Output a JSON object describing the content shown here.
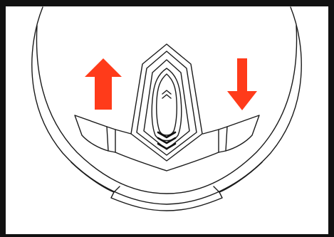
{
  "diagram": {
    "subject": "helmet-top-vent-illustration",
    "stroke_color": "#1a1a1a",
    "background": "#ffffff",
    "frame_color": "#111111",
    "arrow_color": "#ff3b1a",
    "arrows": [
      {
        "name": "open-arrow-up",
        "direction": "up"
      },
      {
        "name": "close-arrow-down",
        "direction": "down"
      }
    ]
  }
}
